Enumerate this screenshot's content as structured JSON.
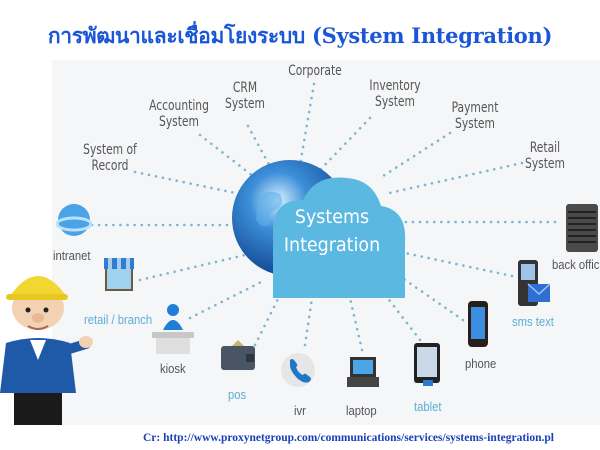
{
  "title": "การพัฒนาและเชื่อมโยงระบบ (System Integration)",
  "center": {
    "line1": "Systems",
    "line2": "Integration"
  },
  "systems": [
    {
      "id": "system-of-record",
      "line1": "System of",
      "line2": "Record"
    },
    {
      "id": "accounting-system",
      "line1": "Accounting",
      "line2": "System"
    },
    {
      "id": "crm-system",
      "line1": "CRM",
      "line2": "System"
    },
    {
      "id": "corporate",
      "line1": "Corporate",
      "line2": ""
    },
    {
      "id": "inventory-system",
      "line1": "Inventory",
      "line2": "System"
    },
    {
      "id": "payment-system",
      "line1": "Payment",
      "line2": "System"
    },
    {
      "id": "retail-system",
      "line1": "Retail",
      "line2": "System"
    }
  ],
  "channels": [
    {
      "id": "intranet",
      "label": "intranet",
      "icon": "globe-icon"
    },
    {
      "id": "retail-branch",
      "label": "retail / branch",
      "icon": "storefront-icon"
    },
    {
      "id": "kiosk",
      "label": "kiosk",
      "icon": "kiosk-icon"
    },
    {
      "id": "pos",
      "label": "pos",
      "icon": "wallet-icon"
    },
    {
      "id": "ivr",
      "label": "ivr",
      "icon": "phone-handset-icon"
    },
    {
      "id": "laptop",
      "label": "laptop",
      "icon": "laptop-icon"
    },
    {
      "id": "tablet",
      "label": "tablet",
      "icon": "tablet-icon"
    },
    {
      "id": "phone",
      "label": "phone",
      "icon": "smartphone-icon"
    },
    {
      "id": "sms-text",
      "label": "sms text",
      "icon": "sms-icon"
    },
    {
      "id": "back-office",
      "label": "back offic",
      "icon": "server-icon"
    }
  ],
  "credit": "Cr: http://www.proxynetgroup.com/communications/services/systems-integration.pl",
  "colors": {
    "title": "#1a56d6",
    "cloud": "#5bb8e0",
    "globe": "#1e6fc4",
    "dots": "#7fb5cf",
    "credit": "#1a3fb8",
    "label_blue": "#5ab0d6"
  }
}
